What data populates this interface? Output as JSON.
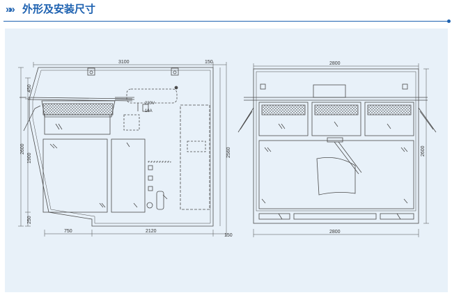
{
  "section": {
    "chevrons": "»»",
    "title": "外形及安装尺寸"
  },
  "left_view": {
    "dim_top_main": "3100",
    "dim_top_overhang": "150",
    "dim_bottom_front": "750",
    "dim_bottom_main": "2120",
    "dim_bottom_overhang": "150",
    "dim_left_total": "2600",
    "dim_left_upper": "450",
    "dim_left_mid": "1900",
    "dim_left_lower": "250",
    "dim_right": "2560",
    "voltage_label": "220V",
    "current_label": "16A"
  },
  "right_view": {
    "dim_top": "2800",
    "dim_bottom": "2800",
    "dim_right": "2600"
  },
  "colors": {
    "accent": "#1d61b0",
    "panel_bg": "#e8f1f9",
    "line": "#4a4a4a"
  }
}
